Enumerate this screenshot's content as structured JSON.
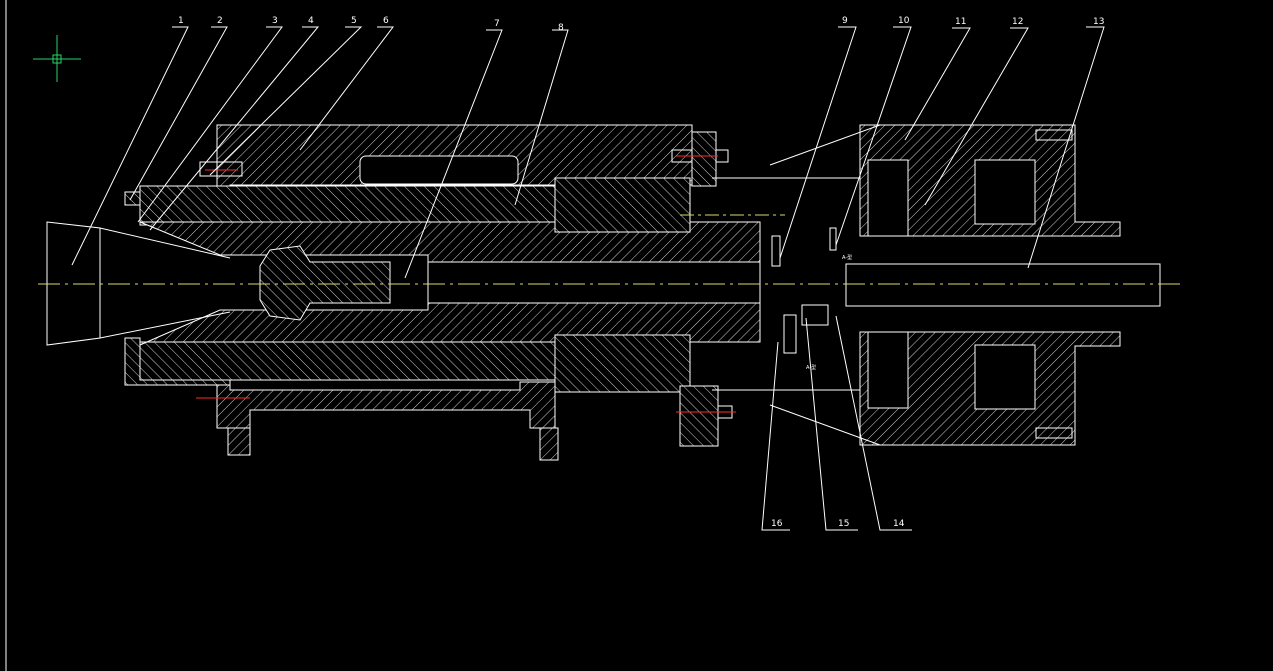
{
  "drawing": {
    "colors": {
      "background": "#000000",
      "outline": "#ffffff",
      "center_line": "#d8d86a",
      "accent_red": "#ff2a2a",
      "cursor": "#29d36a"
    },
    "callouts": [
      {
        "id": "1",
        "label": "1"
      },
      {
        "id": "2",
        "label": "2"
      },
      {
        "id": "3",
        "label": "3"
      },
      {
        "id": "4",
        "label": "4"
      },
      {
        "id": "5",
        "label": "5"
      },
      {
        "id": "6",
        "label": "6"
      },
      {
        "id": "7",
        "label": "7"
      },
      {
        "id": "8",
        "label": "8"
      },
      {
        "id": "9",
        "label": "9"
      },
      {
        "id": "10",
        "label": "10"
      },
      {
        "id": "11",
        "label": "11"
      },
      {
        "id": "12",
        "label": "12"
      },
      {
        "id": "13",
        "label": "13"
      },
      {
        "id": "14",
        "label": "14"
      },
      {
        "id": "15",
        "label": "15"
      },
      {
        "id": "16",
        "label": "16"
      }
    ],
    "notes": {
      "sensor_mark_top": "A-型",
      "sensor_mark_bottom": "A-型"
    },
    "icons": {
      "cursor": "crosshair-cursor-icon"
    }
  }
}
